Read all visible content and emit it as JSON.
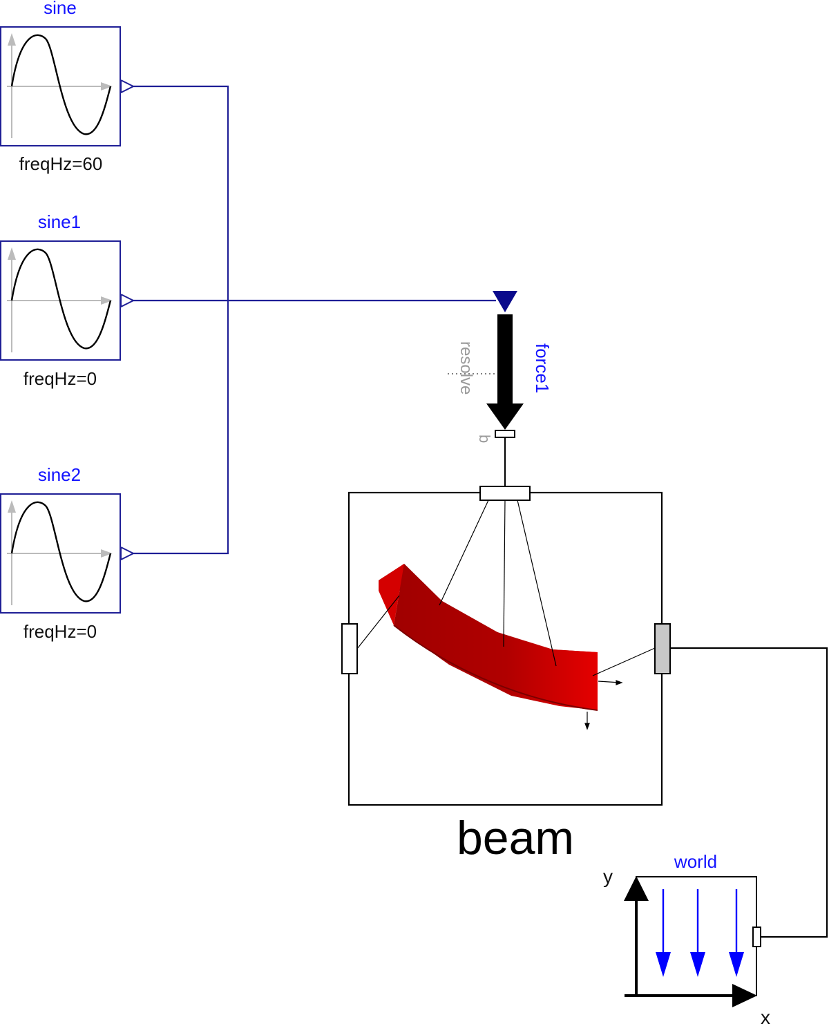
{
  "blocks": {
    "sine": {
      "name": "sine",
      "param": "freqHz=60"
    },
    "sine1": {
      "name": "sine1",
      "param": "freqHz=0"
    },
    "sine2": {
      "name": "sine2",
      "param": "freqHz=0"
    }
  },
  "force": {
    "name": "force1",
    "resolve_label": "resolve",
    "frame_label": "b"
  },
  "beam": {
    "name": "beam"
  },
  "world": {
    "name": "world",
    "axis_x": "x",
    "axis_y": "y"
  },
  "colors": {
    "wire_signal": "#1e1e96",
    "wire_mech": "#000000",
    "label_blue": "#1414ff",
    "beam_red": "#d10000",
    "gravity_blue": "#0000ff"
  }
}
